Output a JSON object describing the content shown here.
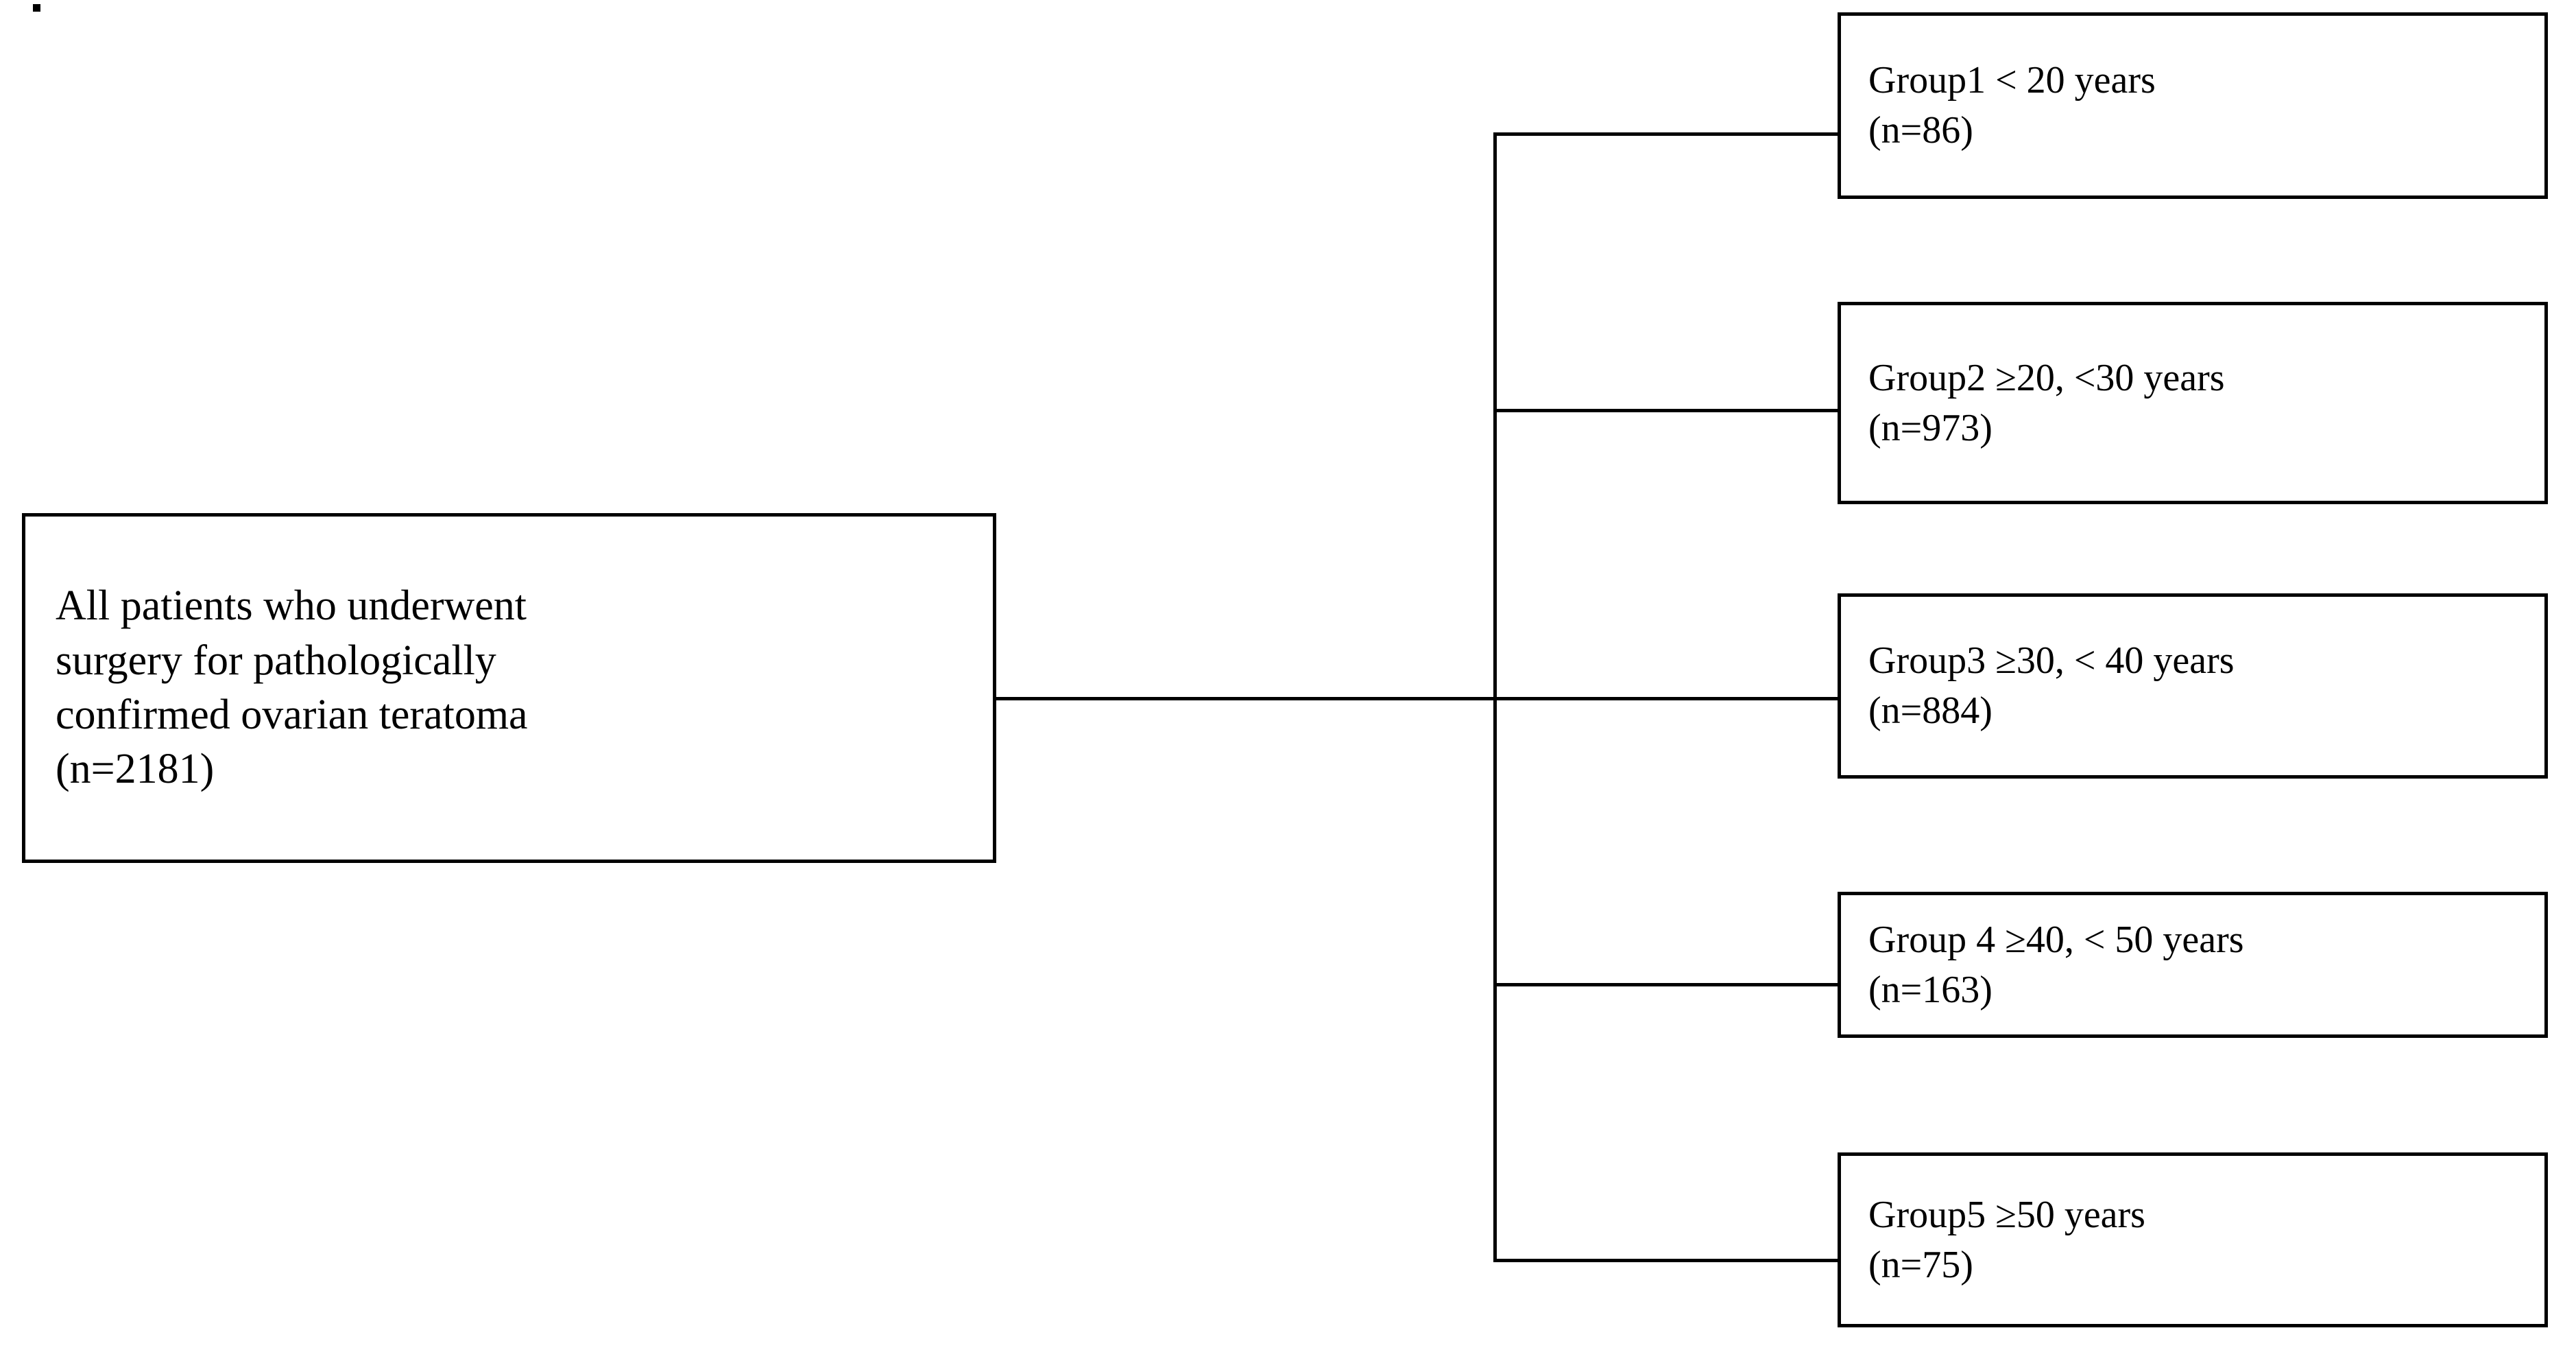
{
  "diagram": {
    "type": "patient-selection-flowchart",
    "root": {
      "label": "root-cohort",
      "lines": [
        "All patients who underwent",
        "surgery for pathologically",
        "confirmed ovarian teratoma",
        "(n=2181)"
      ],
      "n": 2181
    },
    "groups": [
      {
        "id": "group-1",
        "title": "Group1 < 20 years",
        "count_label": "(n=86)",
        "n": 86,
        "age_min": null,
        "age_max": 20
      },
      {
        "id": "group-2",
        "title": "Group2 ≥20, <30 years",
        "count_label": "(n=973)",
        "n": 973,
        "age_min": 20,
        "age_max": 30
      },
      {
        "id": "group-3",
        "title": "Group3 ≥30, < 40 years",
        "count_label": "(n=884)",
        "n": 884,
        "age_min": 30,
        "age_max": 40
      },
      {
        "id": "group-4",
        "title": "Group 4 ≥40, < 50 years",
        "count_label": "(n=163)",
        "n": 163,
        "age_min": 40,
        "age_max": 50
      },
      {
        "id": "group-5",
        "title": "Group5 ≥50 years",
        "count_label": "(n=75)",
        "n": 75,
        "age_min": 50,
        "age_max": null
      }
    ],
    "colors": {
      "stroke": "#000000",
      "fill": "#ffffff",
      "text": "#000000"
    }
  }
}
